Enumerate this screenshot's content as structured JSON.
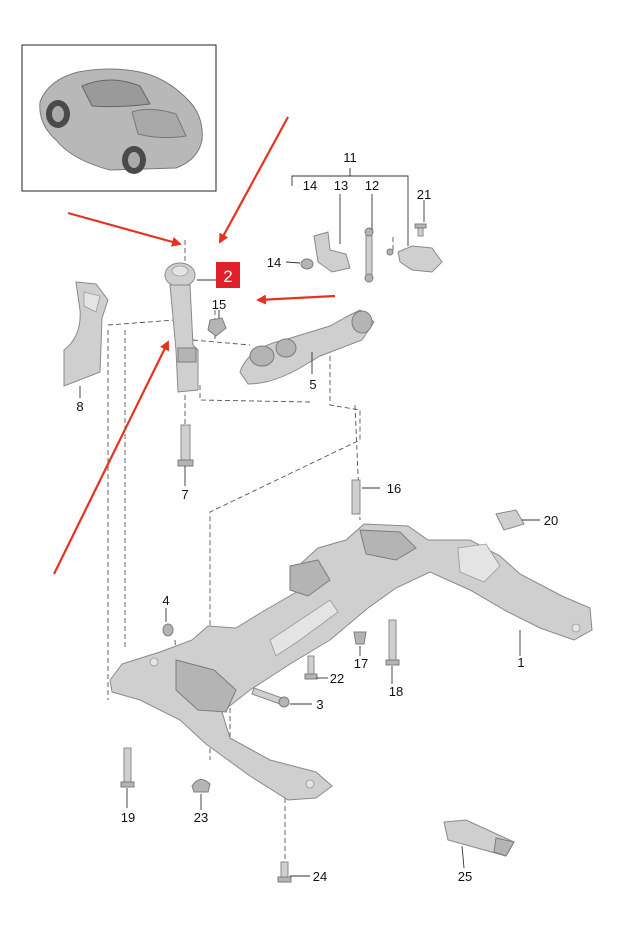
{
  "callouts": {
    "c1": "1",
    "c2": "2",
    "c3": "3",
    "c4": "4",
    "c5": "5",
    "c7": "7",
    "c8": "8",
    "c11": "11",
    "c12": "12",
    "c13": "13",
    "c14a": "14",
    "c14b": "14",
    "c15": "15",
    "c16": "16",
    "c17": "17",
    "c18": "18",
    "c19": "19",
    "c20": "20",
    "c21": "21",
    "c22": "22",
    "c23": "23",
    "c24": "24",
    "c25": "25"
  },
  "highlight": {
    "label": "2",
    "color": "#e1202c"
  },
  "colors": {
    "arrow": "#e8321f",
    "part": "#cfcfcf"
  },
  "icons": {
    "thumbnail": "car-thumbnail-icon",
    "pointer": "red-arrow-icon"
  }
}
